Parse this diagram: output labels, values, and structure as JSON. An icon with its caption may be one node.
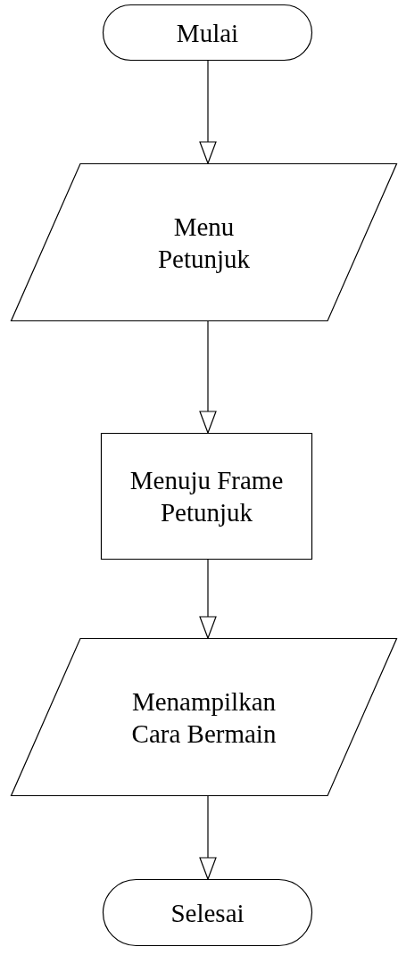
{
  "diagram": {
    "nodes": [
      {
        "text": [
          "Mulai"
        ]
      },
      {
        "text": [
          "Menu Petunjuk"
        ]
      },
      {
        "text": [
          "Menuju Frame Petunjuk"
        ]
      },
      {
        "text": [
          "Menampilkan Cara Bermain"
        ]
      },
      {
        "text": [
          "Selesai"
        ]
      }
    ],
    "edges": [
      {
        "from": 0,
        "to": 1,
        "arrow": "to"
      },
      {
        "from": 1,
        "to": 2,
        "arrow": "to"
      },
      {
        "from": 2,
        "to": 3,
        "arrow": "to"
      },
      {
        "from": 3,
        "to": 4,
        "arrow": "to"
      }
    ]
  }
}
